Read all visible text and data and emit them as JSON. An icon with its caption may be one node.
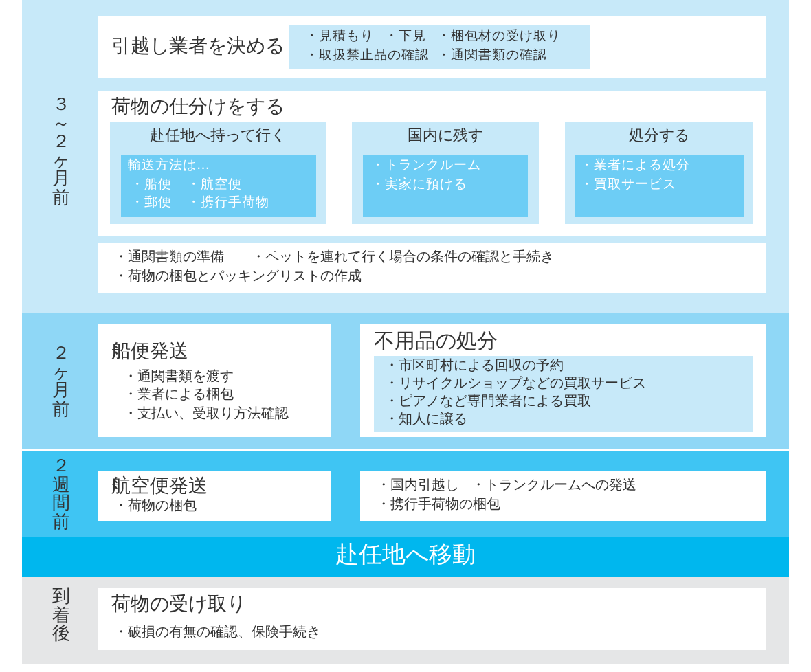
{
  "diagram": {
    "nodes": [
      {
        "text": [
          "３～２ヶ月前"
        ]
      },
      {
        "text": [
          "引越し業者を決める"
        ],
        "in": 0
      },
      {
        "text": [
          "・見積もり",
          "・下見",
          "・梱包材の受け取り",
          "・取扱禁止品の確認",
          "・通関書類の確認"
        ],
        "in": 1
      },
      {
        "text": [
          "荷物の仕分けをする"
        ],
        "in": 0
      },
      {
        "text": [
          "赴任地へ持って行く"
        ],
        "in": 3
      },
      {
        "text": [
          "輸送方法は…",
          "・船便",
          "・航空便",
          "・郵便",
          "・携行手荷物"
        ],
        "in": 4
      },
      {
        "text": [
          "国内に残す"
        ],
        "in": 3
      },
      {
        "text": [
          "・トランクルーム",
          "・実家に預ける"
        ],
        "in": 6
      },
      {
        "text": [
          "処分する"
        ],
        "in": 3
      },
      {
        "text": [
          "・業者による処分",
          "・買取サービス"
        ],
        "in": 8
      },
      {
        "text": [
          "・通関書類の準備",
          "・ペットを連れて行く場合の条件の確認と手続き",
          "・荷物の梱包とパッキングリストの作成"
        ],
        "in": 0
      },
      {
        "text": [
          "２ヶ月前"
        ]
      },
      {
        "text": [
          "船便発送",
          "・通関書類を渡す",
          "・業者による梱包",
          "・支払い、受取り方法確認"
        ],
        "in": 11
      },
      {
        "text": [
          "不用品の処分"
        ],
        "in": 11
      },
      {
        "text": [
          "・市区町村による回収の予約",
          "・リサイクルショップなどの買取サービス",
          "・ピアノなど専門業者による買取",
          "・知人に譲る"
        ],
        "in": 13
      },
      {
        "text": [
          "２週間前"
        ]
      },
      {
        "text": [
          "航空便発送",
          "・荷物の梱包"
        ],
        "in": 15
      },
      {
        "text": [
          "・国内引越し",
          "・トランクルームへの発送",
          "・携行手荷物の梱包"
        ],
        "in": 15
      },
      {
        "text": [
          "赴任地へ移動"
        ]
      },
      {
        "text": [
          "到着後"
        ]
      },
      {
        "text": [
          "荷物の受け取り",
          "・破損の有無の確認、保険手続き"
        ],
        "in": 19
      }
    ]
  }
}
